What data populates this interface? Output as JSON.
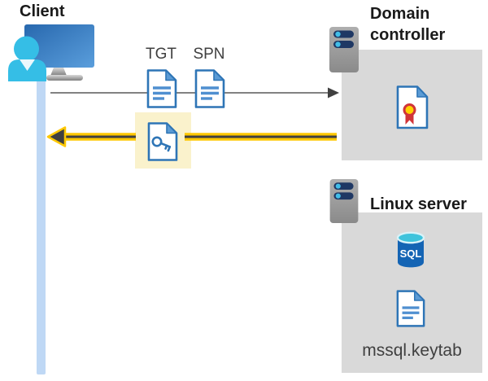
{
  "client": {
    "title": "Client"
  },
  "flow": {
    "tgt_label": "TGT",
    "spn_label": "SPN"
  },
  "domain_controller": {
    "title": "Domain controller"
  },
  "linux_server": {
    "title": "Linux server",
    "sql_label": "SQL",
    "keytab_label": "mssql.keytab"
  },
  "icons": {
    "client_device": "monitor-with-user-shape",
    "server": "server-tower-shape",
    "tgt_document": "document-shape",
    "spn_document": "document-shape",
    "service_ticket": "document-with-key-shape",
    "certificate": "certificate-with-seal-shape",
    "sql_database": "sql-cylinder-shape"
  },
  "colors": {
    "doc_border_blue": "#2E75B6",
    "doc_line_blue": "#4F8FD0",
    "fold_blue": "#5B9BD5",
    "arrow_yellow": "#FFC800",
    "arrow_dark": "#404040",
    "gray_line": "#595959",
    "box_gray": "#D9D9D9",
    "highlight_yellow": "#FAF2CC",
    "lifeline_blue": "#BFD8F5",
    "server_bar_navy": "#1F3864",
    "server_dot_cyan": "#41BEE8",
    "person_cyan": "#35BEE6",
    "sql_body_blue": "#1464B4",
    "sql_top_cyan": "#3EC3DC",
    "cert_seal_gold": "#FFD100",
    "cert_ribbon_red": "#D13438",
    "title_color": "#1A1A1A",
    "label_color": "#404040"
  }
}
